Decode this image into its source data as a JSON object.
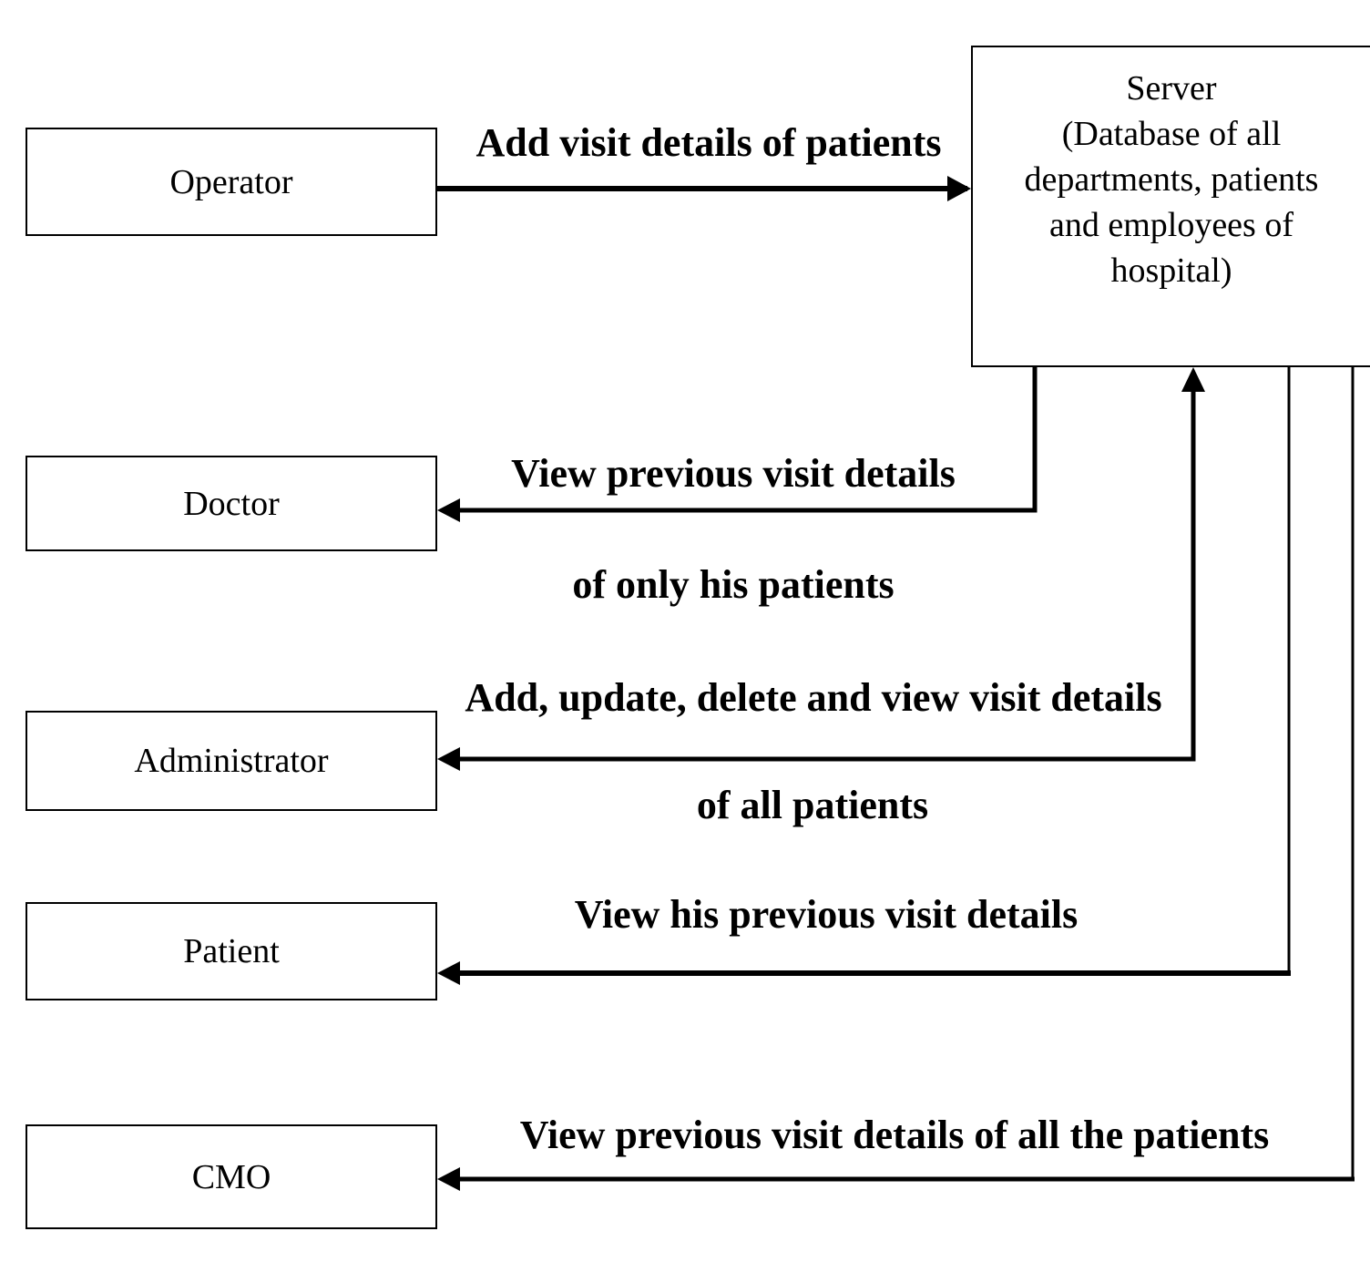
{
  "actors": {
    "operator": "Operator",
    "doctor": "Doctor",
    "administrator": "Administrator",
    "patient": "Patient",
    "cmo": "CMO"
  },
  "server": {
    "lines": [
      "Server",
      "(Database of all",
      "departments, patients",
      "and employees of",
      "hospital)"
    ]
  },
  "flows": {
    "operator": {
      "label": "Add visit details of patients"
    },
    "doctor": {
      "label_line1": "View previous visit details",
      "label_line2": "of only his patients"
    },
    "administrator": {
      "label_line1": "Add, update, delete and view visit details",
      "label_line2": "of all patients"
    },
    "patient": {
      "label": "View his previous visit details"
    },
    "cmo": {
      "label": "View previous visit details of all the patients"
    }
  }
}
